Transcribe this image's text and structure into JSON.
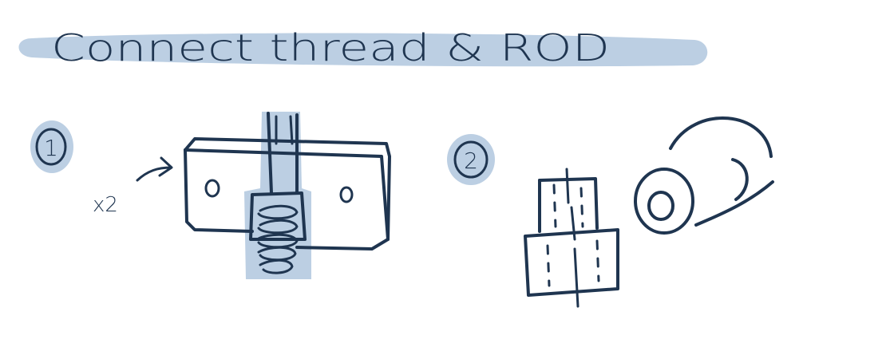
{
  "title": "Connect thread & ROD",
  "step1": {
    "number": "1",
    "multiplier": "x2"
  },
  "step2": {
    "number": "2"
  },
  "colors": {
    "ink": "#1f3550",
    "highlight": "#bccfe3",
    "background": "#ffffff"
  }
}
